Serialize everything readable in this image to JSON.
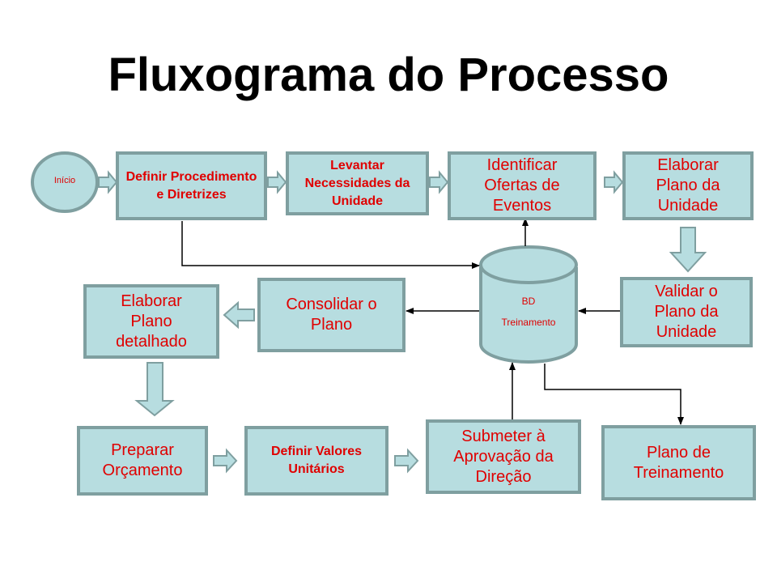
{
  "title": "Fluxograma do Processo",
  "colors": {
    "fill": "#B7DDE0",
    "border": "#7F9FA0",
    "text": "#E00000",
    "line": "#000000"
  },
  "nodes": {
    "inicio": "Início",
    "definir_procedimento": "Definir Procedimento e Diretrizes",
    "levantar_necessidades": "Levantar Necessidades da Unidade",
    "identificar_ofertas": "Identificar Ofertas de Eventos",
    "elaborar_plano_unidade": "Elaborar Plano da Unidade",
    "validar_plano": "Validar o Plano da Unidade",
    "bd_line1": "BD",
    "bd_line2": "Treinamento",
    "consolidar_plano": "Consolidar o Plano",
    "elaborar_plano_detalhado": "Elaborar Plano detalhado",
    "preparar_orcamento": "Preparar Orçamento",
    "definir_valores": "Definir Valores Unitários",
    "submeter_aprovacao": "Submeter à Aprovação da Direção",
    "plano_treinamento": "Plano de Treinamento"
  },
  "edges": [
    {
      "from": "Início",
      "to": "Definir Procedimento e Diretrizes",
      "style": "block-arrow"
    },
    {
      "from": "Definir Procedimento e Diretrizes",
      "to": "Levantar Necessidades da Unidade",
      "style": "block-arrow"
    },
    {
      "from": "Levantar Necessidades da Unidade",
      "to": "Identificar Ofertas de Eventos",
      "style": "block-arrow"
    },
    {
      "from": "Identificar Ofertas de Eventos",
      "to": "Elaborar Plano da Unidade",
      "style": "block-arrow"
    },
    {
      "from": "Elaborar Plano da Unidade",
      "to": "Validar o Plano da Unidade",
      "style": "block-arrow"
    },
    {
      "from": "Validar o Plano da Unidade",
      "to": "BD Treinamento",
      "style": "line-arrow"
    },
    {
      "from": "Definir Procedimento e Diretrizes",
      "to": "BD Treinamento",
      "style": "line-arrow"
    },
    {
      "from": "BD Treinamento",
      "to": "Identificar Ofertas de Eventos",
      "style": "line-arrow"
    },
    {
      "from": "BD Treinamento",
      "to": "Consolidar o Plano",
      "style": "line-arrow"
    },
    {
      "from": "Consolidar o Plano",
      "to": "Elaborar Plano detalhado",
      "style": "block-arrow"
    },
    {
      "from": "Elaborar Plano detalhado",
      "to": "Preparar Orçamento",
      "style": "block-arrow"
    },
    {
      "from": "Preparar Orçamento",
      "to": "Definir Valores Unitários",
      "style": "block-arrow"
    },
    {
      "from": "Definir Valores Unitários",
      "to": "Submeter à Aprovação da Direção",
      "style": "block-arrow"
    },
    {
      "from": "Submeter à Aprovação da Direção",
      "to": "BD Treinamento",
      "style": "line-arrow"
    },
    {
      "from": "BD Treinamento",
      "to": "Plano de Treinamento",
      "style": "line-arrow"
    }
  ]
}
